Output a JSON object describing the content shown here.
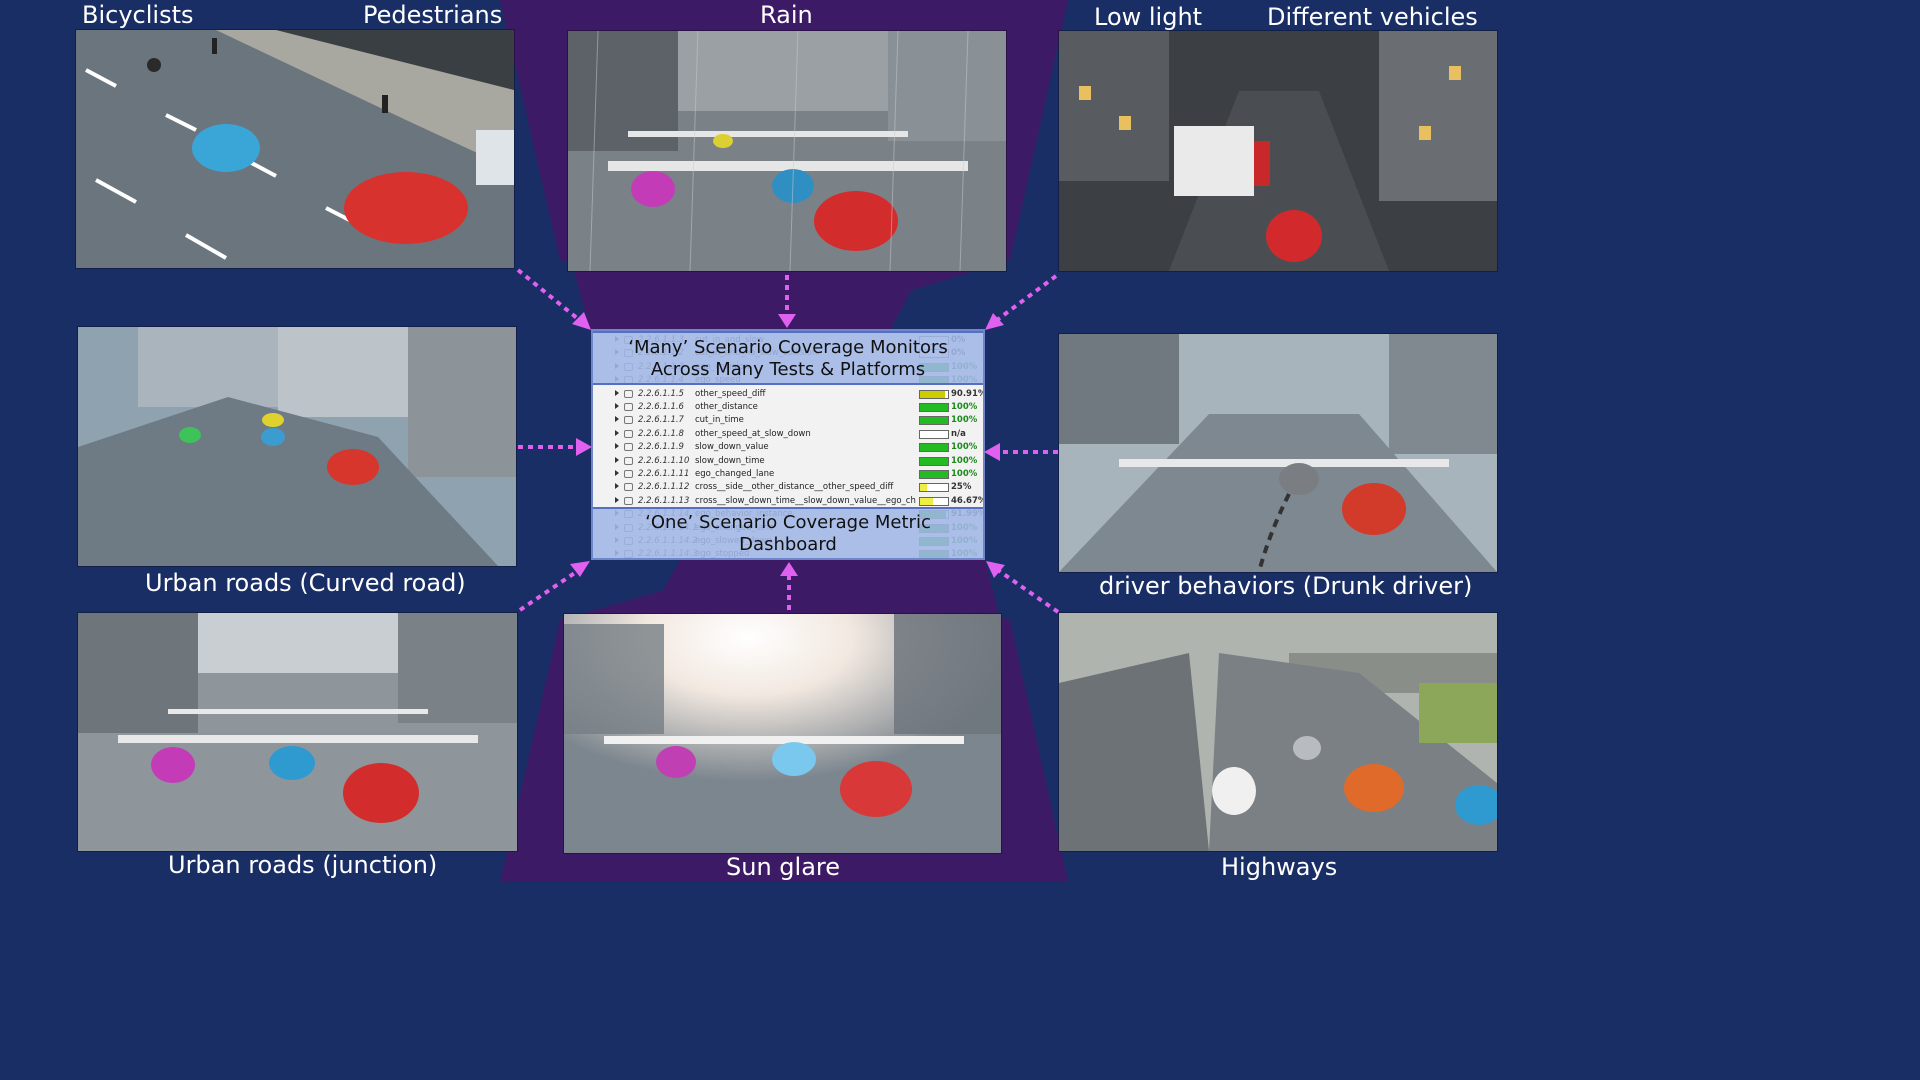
{
  "labels": {
    "bicyclists": "Bicyclists",
    "pedestrians": "Pedestrians",
    "rain": "Rain",
    "low_light": "Low light",
    "different_vehicles": "Different vehicles",
    "urban_curved": "Urban roads (Curved road)",
    "driver_behaviors": "driver behaviors (Drunk driver)",
    "urban_junction": "Urban roads (junction)",
    "sun_glare": "Sun glare",
    "highways": "Highways"
  },
  "dashboard": {
    "top_title_line1": "‘Many’ Scenario Coverage Monitors",
    "top_title_line2": "Across Many Tests & Platforms",
    "bottom_title_line1": "‘One’ Scenario Coverage Metric",
    "bottom_title_line2": "Dashboard",
    "rows": [
      {
        "id": "2.2.6.1.1.3",
        "name": "cut_in_and_slow",
        "pct": "0%",
        "value": 0,
        "color": "#cccccc",
        "faded": true
      },
      {
        "id": "2.2.6.1.1.2",
        "name": "cut_in_and_no_slow_collision",
        "pct": "0%",
        "value": 0,
        "color": "#cccccc",
        "faded": true
      },
      {
        "id": "2.2.6.1.1.3",
        "name": "ego_collision",
        "pct": "100%",
        "value": 1.0,
        "color": "#22bb22",
        "faded": true
      },
      {
        "id": "2.2.6.1.1.4",
        "name": "ego_speed",
        "pct": "100%",
        "value": 1.0,
        "color": "#22bb22",
        "faded": true
      },
      {
        "id": "2.2.6.1.1.5",
        "name": "other_speed_diff",
        "pct": "90.91%",
        "value": 0.9091,
        "color": "#cccc00",
        "faded": false
      },
      {
        "id": "2.2.6.1.1.6",
        "name": "other_distance",
        "pct": "100%",
        "value": 1.0,
        "color": "#22bb22",
        "faded": false
      },
      {
        "id": "2.2.6.1.1.7",
        "name": "cut_in_time",
        "pct": "100%",
        "value": 1.0,
        "color": "#22bb22",
        "faded": false
      },
      {
        "id": "2.2.6.1.1.8",
        "name": "other_speed_at_slow_down",
        "pct": "n/a",
        "value": 0,
        "color": "#cccccc",
        "faded": false
      },
      {
        "id": "2.2.6.1.1.9",
        "name": "slow_down_value",
        "pct": "100%",
        "value": 1.0,
        "color": "#22bb22",
        "faded": false
      },
      {
        "id": "2.2.6.1.1.10",
        "name": "slow_down_time",
        "pct": "100%",
        "value": 1.0,
        "color": "#22bb22",
        "faded": false
      },
      {
        "id": "2.2.6.1.1.11",
        "name": "ego_changed_lane",
        "pct": "100%",
        "value": 1.0,
        "color": "#22bb22",
        "faded": false
      },
      {
        "id": "2.2.6.1.1.12",
        "name": "cross__side__other_distance__other_speed_diff",
        "pct": "25%",
        "value": 0.25,
        "color": "#eeee44",
        "faded": false
      },
      {
        "id": "2.2.6.1.1.13",
        "name": "cross__slow_down_time__slow_down_value__ego_ch",
        "pct": "46.67%",
        "value": 0.4667,
        "color": "#eeee44",
        "faded": false
      },
      {
        "id": "2.2.6.1.1.14",
        "name": "ego_behavior_instance",
        "pct": "91.99%",
        "value": 0.9199,
        "color": "#22bb22",
        "faded": true
      },
      {
        "id": "2.2.6.1.1.14.1",
        "name": "ego_changed_lane",
        "pct": "100%",
        "value": 1.0,
        "color": "#22bb22",
        "faded": true
      },
      {
        "id": "2.2.6.1.1.14.2",
        "name": "ego_slowed_down",
        "pct": "100%",
        "value": 1.0,
        "color": "#22bb22",
        "faded": true
      },
      {
        "id": "2.2.6.1.1.14.3",
        "name": "ego_stopped",
        "pct": "100%",
        "value": 1.0,
        "color": "#22bb22",
        "faded": true
      }
    ]
  },
  "colors": {
    "background_blue": "#1a2e66",
    "center_purple": "#3d1a66",
    "arrow_magenta": "#e060f0"
  }
}
